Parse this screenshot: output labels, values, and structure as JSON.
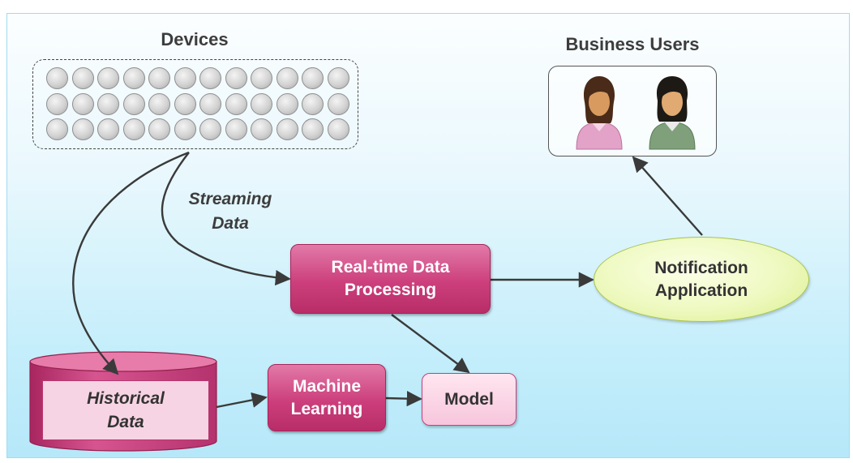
{
  "devices": {
    "title": "Devices",
    "rows": 3,
    "columns": 12
  },
  "business_users": {
    "title": "Business Users",
    "users": [
      "female-user-icon-pink",
      "female-user-icon-green"
    ]
  },
  "streaming": {
    "line1": "Streaming",
    "line2": "Data"
  },
  "realtime": {
    "line1": "Real-time Data",
    "line2": "Processing"
  },
  "notification": {
    "line1": "Notification",
    "line2": "Application"
  },
  "historical": {
    "line1": "Historical",
    "line2": "Data"
  },
  "machine_learning": {
    "line1": "Machine",
    "line2": "Learning"
  },
  "model": {
    "label": "Model"
  },
  "colors": {
    "process_fill": "#cc3f7c",
    "model_fill": "#f7c6dc",
    "notification_fill": "#eef9c0",
    "background": "#c5eefb",
    "arrow": "#3a3a3a"
  }
}
